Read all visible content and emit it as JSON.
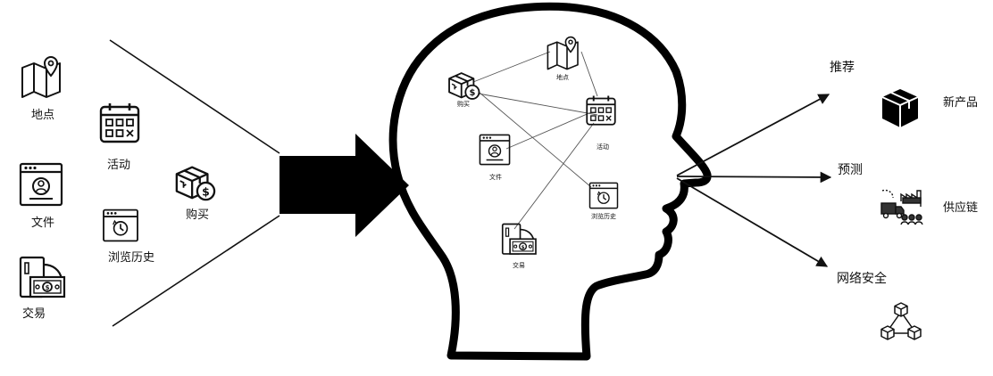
{
  "inputs": {
    "location": "地点",
    "activity": "活动",
    "file": "文件",
    "purchase": "购买",
    "browsing_history": "浏览历史",
    "transaction": "交易"
  },
  "brain": {
    "purchase": "购买",
    "location": "地点",
    "activity": "活动",
    "file": "文件",
    "browsing_history": "浏览历史",
    "transaction": "交易"
  },
  "outputs": {
    "recommend": "推荐",
    "new_product": "新产品",
    "forecast": "预测",
    "supply_chain": "供应链",
    "cybersecurity": "网络安全"
  },
  "icons": [
    "map-pin-icon",
    "calendar-icon",
    "browser-profile-icon",
    "package-dollar-icon",
    "browser-clock-icon",
    "card-cash-icon",
    "box-icon",
    "supply-chain-icon",
    "network-cubes-icon"
  ]
}
